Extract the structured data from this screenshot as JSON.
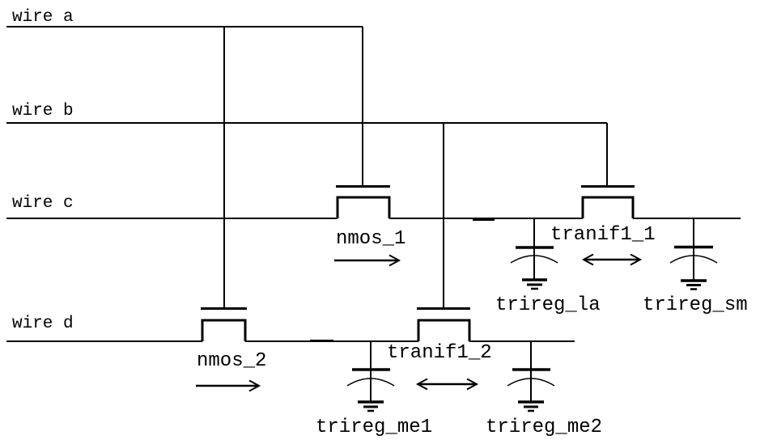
{
  "colors": {
    "ink": "#000000",
    "background": "#ffffff"
  },
  "wires": [
    {
      "label": "wire a"
    },
    {
      "label": "wire b"
    },
    {
      "label": "wire c"
    },
    {
      "label": "wire d"
    }
  ],
  "transistors": [
    {
      "label": "nmos_1",
      "kind": "nmos",
      "arrow": "unidirectional-right"
    },
    {
      "label": "nmos_2",
      "kind": "nmos",
      "arrow": "unidirectional-right"
    },
    {
      "label": "tranif1_1",
      "kind": "tranif1",
      "arrow": "bidirectional"
    },
    {
      "label": "tranif1_2",
      "kind": "tranif1",
      "arrow": "bidirectional"
    }
  ],
  "capacitors": [
    {
      "label": "trireg_la",
      "grounded": true
    },
    {
      "label": "trireg_sm",
      "grounded": true
    },
    {
      "label": "trireg_me1",
      "grounded": true
    },
    {
      "label": "trireg_me2",
      "grounded": true
    }
  ]
}
